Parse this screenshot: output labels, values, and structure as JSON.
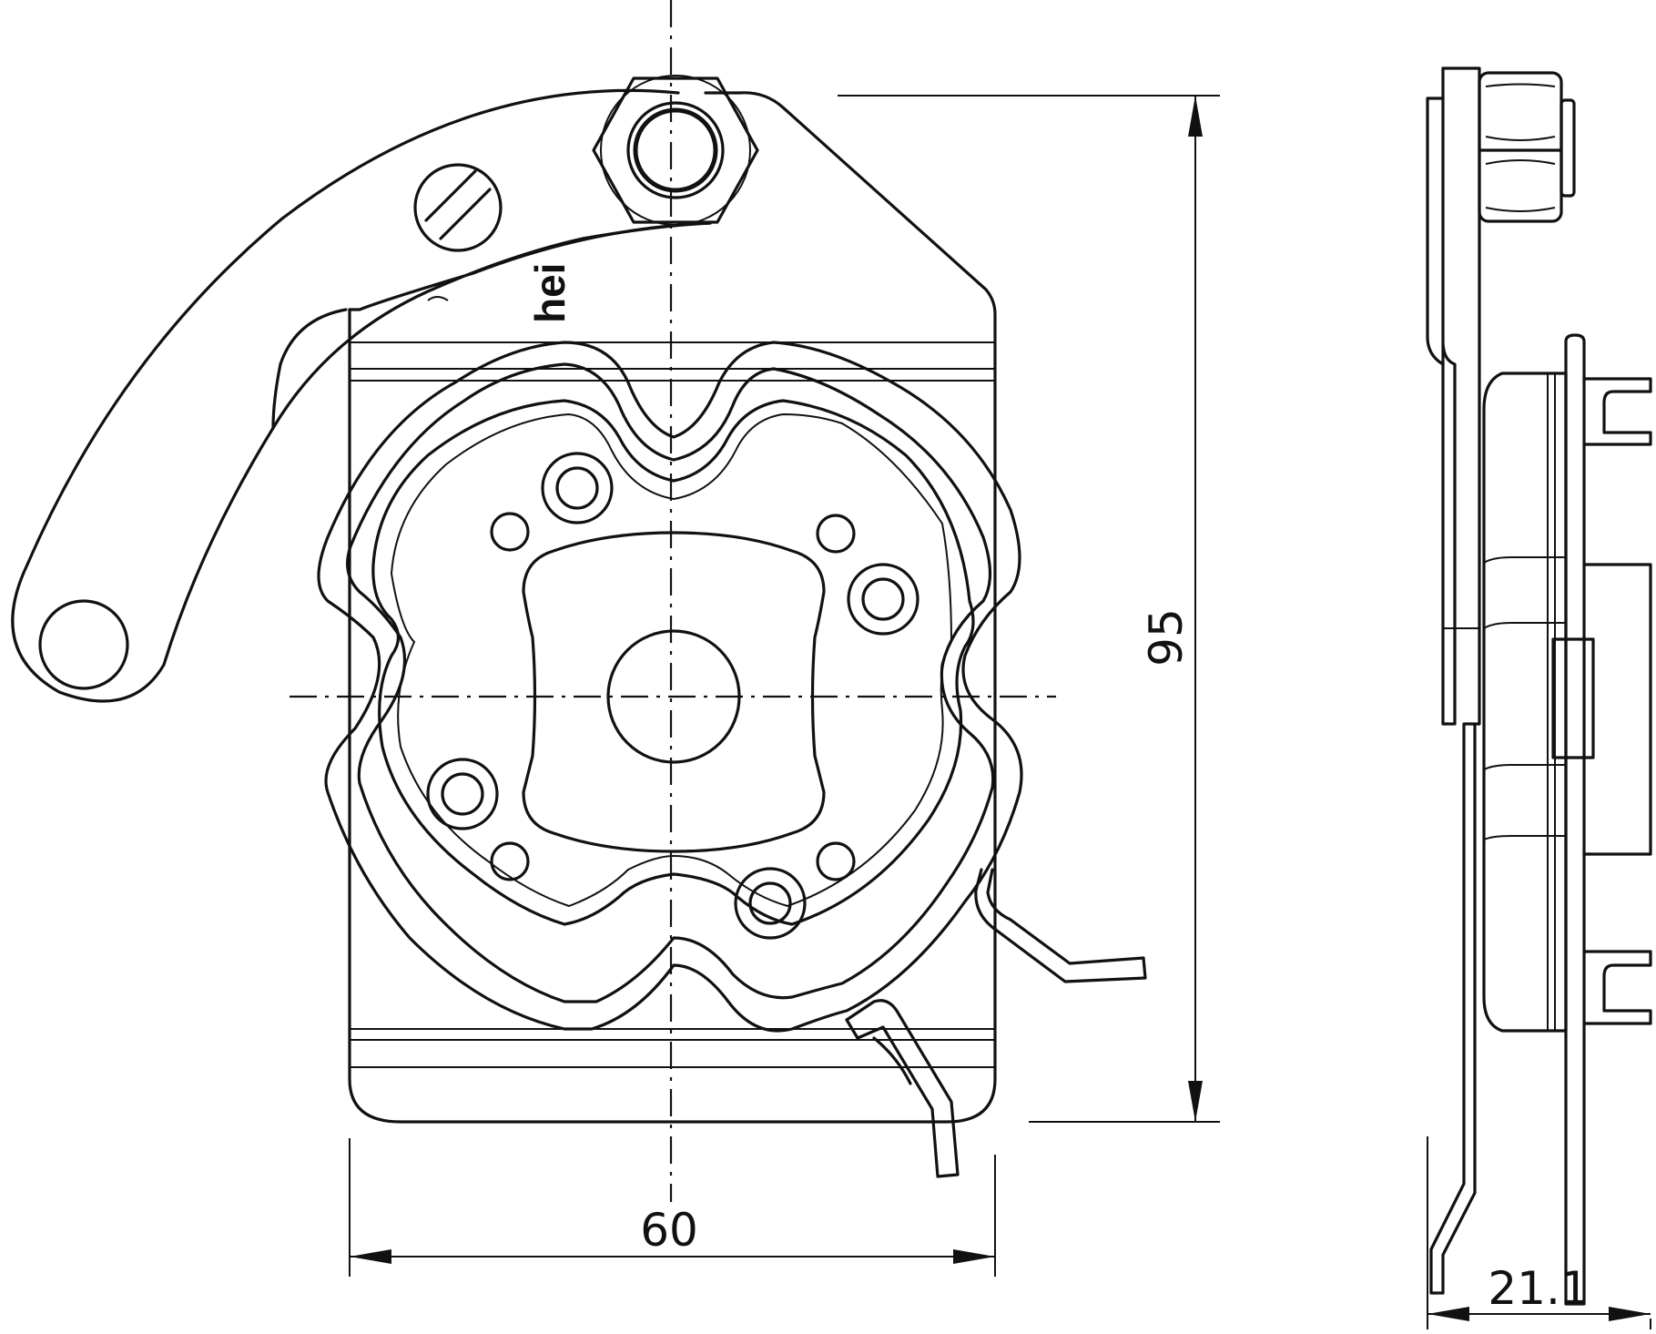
{
  "dimensions": {
    "width_label": "60",
    "height_label": "95",
    "depth_label": "21.1"
  },
  "brand_mark": "hei",
  "colors": {
    "line": "#111111",
    "background": "#ffffff"
  }
}
